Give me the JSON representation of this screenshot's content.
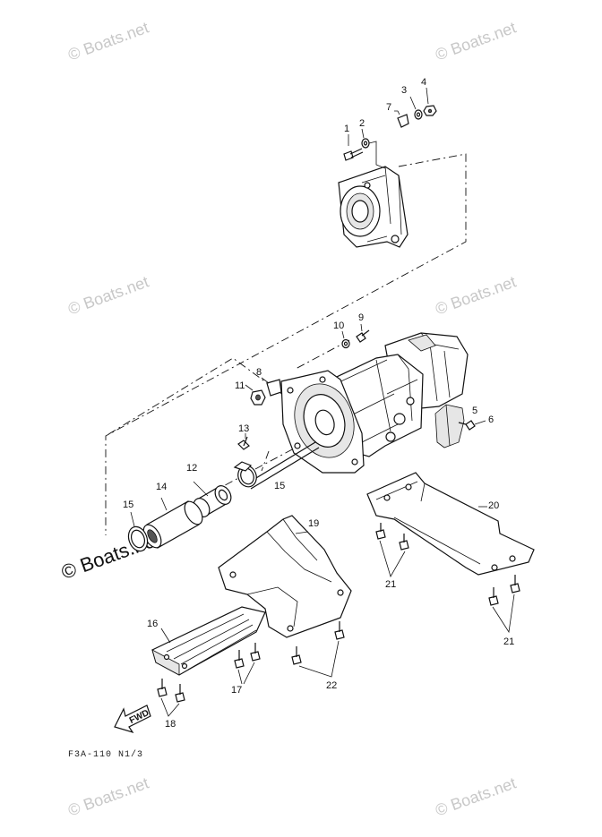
{
  "watermarks": {
    "text": "© Boats.net",
    "main": "© Boats.net"
  },
  "labels": {
    "p1": "1",
    "p2": "2",
    "p3": "3",
    "p4": "4",
    "p5": "5",
    "p6": "6",
    "p7": "7",
    "p8": "8",
    "p9": "9",
    "p10": "10",
    "p11": "11",
    "p12": "12",
    "p13": "13",
    "p14": "14",
    "p15a": "15",
    "p15b": "15",
    "p16": "16",
    "p17": "17",
    "p18": "18",
    "p19": "19",
    "p20": "20",
    "p21a": "21",
    "p21b": "21",
    "p22": "22"
  },
  "fwd_label": "FWD",
  "diagram_code": "F3A-110 N1/3"
}
